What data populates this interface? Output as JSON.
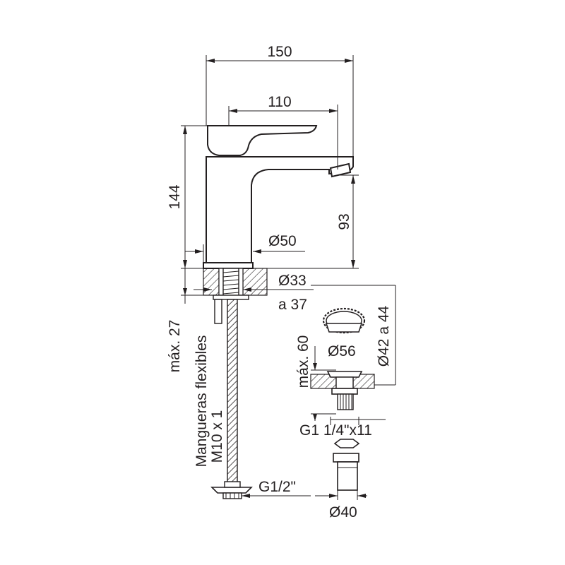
{
  "labels": {
    "width_overall": "150",
    "spout_reach": "110",
    "height_total": "144",
    "spout_height": "93",
    "base_diameter": "Ø50",
    "hole_diameter_line1": "Ø33",
    "hole_diameter_line2": "a 37",
    "deck_thickness_max": "máx. 27",
    "hoses_line1": "Mangueras flexibles",
    "hoses_line2": "M10 x 1",
    "hose_connection": "G1/2\"",
    "drain_top_diameter": "Ø56",
    "drain_hole_diameter": "Ø42 a 44",
    "drain_max_thickness": "máx. 60",
    "drain_thread": "G1 1/4\"x11",
    "drain_body_diameter": "Ø40"
  },
  "colors": {
    "ink": "#231f20",
    "background": "#ffffff"
  }
}
